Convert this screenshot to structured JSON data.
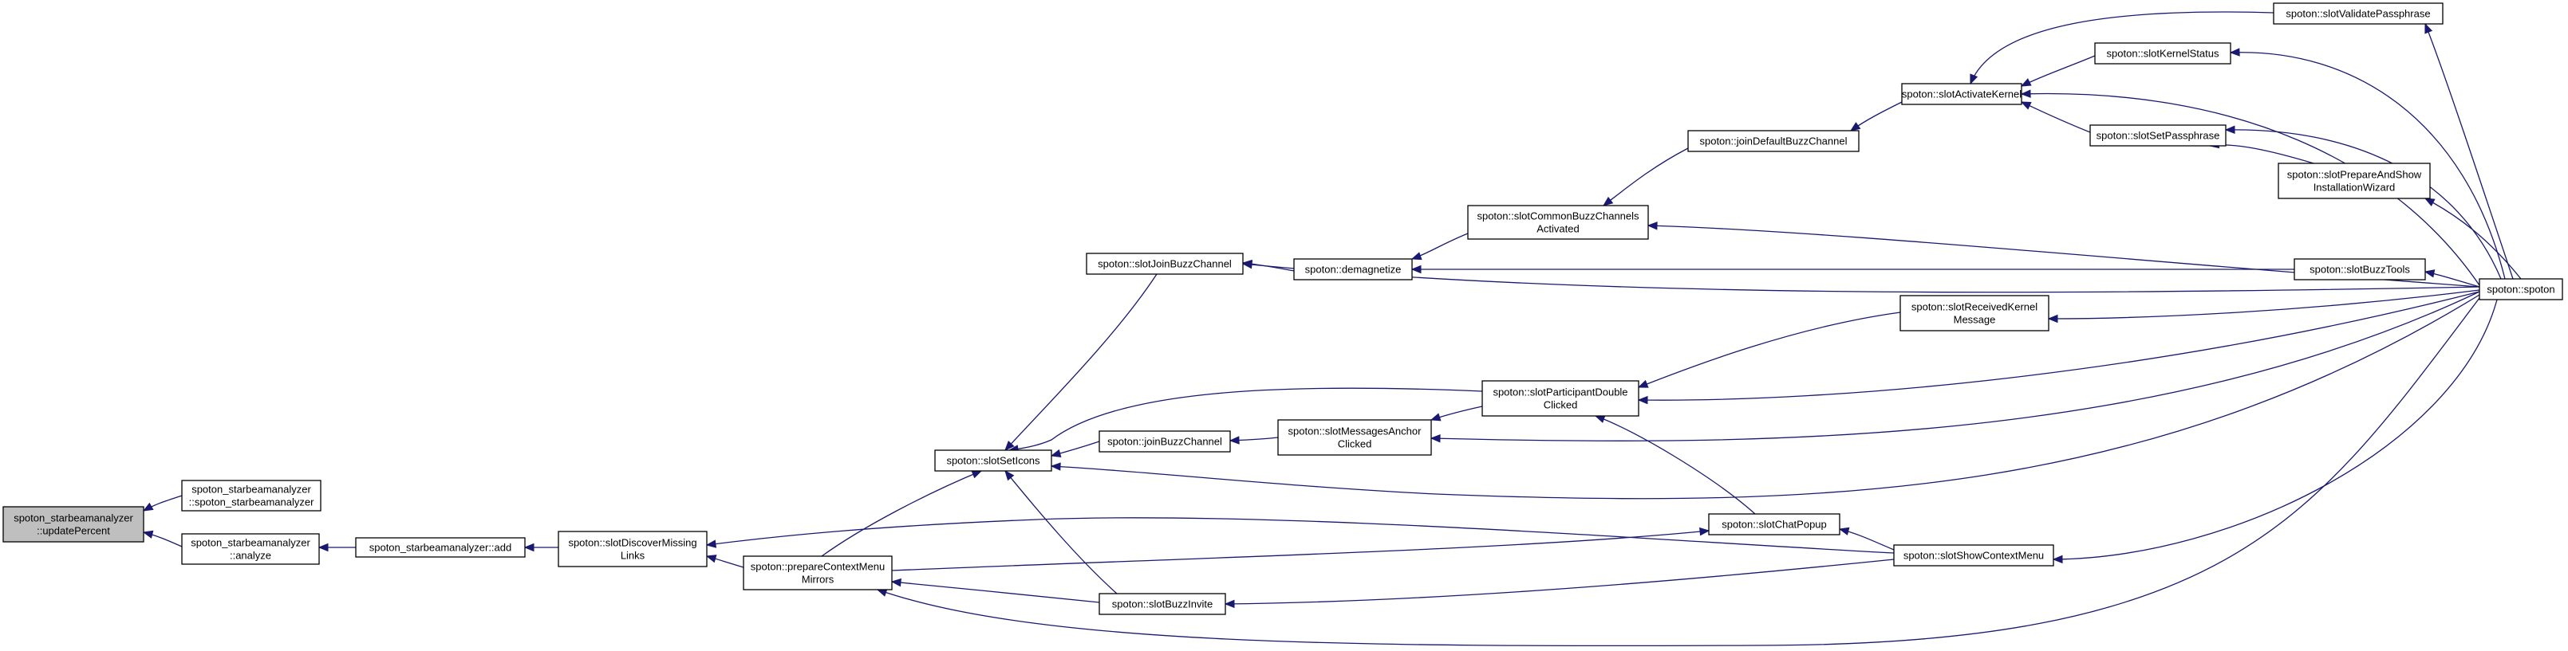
{
  "colors": {
    "edge": "#191970",
    "root_fill": "#bfbfbf",
    "node_fill": "#ffffff",
    "node_border": "#000000"
  },
  "nodes": [
    {
      "id": "updatePercent",
      "lines": [
        "spoton_starbeamanalyzer",
        "::updatePercent"
      ],
      "root": true
    },
    {
      "id": "ctor",
      "lines": [
        "spoton_starbeamanalyzer",
        "::spoton_starbeamanalyzer"
      ]
    },
    {
      "id": "analyze",
      "lines": [
        "spoton_starbeamanalyzer",
        "::analyze"
      ]
    },
    {
      "id": "add",
      "lines": [
        "spoton_starbeamanalyzer::add"
      ]
    },
    {
      "id": "discover",
      "lines": [
        "spoton::slotDiscoverMissing",
        "Links"
      ]
    },
    {
      "id": "prepareCtx",
      "lines": [
        "spoton::prepareContextMenu",
        "Mirrors"
      ]
    },
    {
      "id": "setIcons",
      "lines": [
        "spoton::slotSetIcons"
      ]
    },
    {
      "id": "buzzInvite",
      "lines": [
        "spoton::slotBuzzInvite"
      ]
    },
    {
      "id": "joinBuzzSlot",
      "lines": [
        "spoton::slotJoinBuzzChannel"
      ]
    },
    {
      "id": "joinBuzz",
      "lines": [
        "spoton::joinBuzzChannel"
      ]
    },
    {
      "id": "msgAnchor",
      "lines": [
        "spoton::slotMessagesAnchor",
        "Clicked"
      ]
    },
    {
      "id": "demagnetize",
      "lines": [
        "spoton::demagnetize"
      ]
    },
    {
      "id": "commonBuzz",
      "lines": [
        "spoton::slotCommonBuzzChannels",
        "Activated"
      ]
    },
    {
      "id": "joinDefault",
      "lines": [
        "spoton::joinDefaultBuzzChannel"
      ]
    },
    {
      "id": "activateKernel",
      "lines": [
        "spoton::slotActivateKernel"
      ]
    },
    {
      "id": "validatePass",
      "lines": [
        "spoton::slotValidatePassphrase"
      ]
    },
    {
      "id": "kernelStatus",
      "lines": [
        "spoton::slotKernelStatus"
      ]
    },
    {
      "id": "setPass",
      "lines": [
        "spoton::slotSetPassphrase"
      ]
    },
    {
      "id": "prepareShow",
      "lines": [
        "spoton::slotPrepareAndShow",
        "InstallationWizard"
      ]
    },
    {
      "id": "buzzTools",
      "lines": [
        "spoton::slotBuzzTools"
      ]
    },
    {
      "id": "participant",
      "lines": [
        "spoton::slotParticipantDouble",
        "Clicked"
      ]
    },
    {
      "id": "recvKernel",
      "lines": [
        "spoton::slotReceivedKernel",
        "Message"
      ]
    },
    {
      "id": "chatPopup",
      "lines": [
        "spoton::slotChatPopup"
      ]
    },
    {
      "id": "showCtx",
      "lines": [
        "spoton::slotShowContextMenu"
      ]
    },
    {
      "id": "spoton",
      "lines": [
        "spoton::spoton"
      ]
    }
  ],
  "edges": [
    [
      "ctor",
      "updatePercent"
    ],
    [
      "analyze",
      "updatePercent"
    ],
    [
      "add",
      "analyze"
    ],
    [
      "discover",
      "add"
    ],
    [
      "prepareCtx",
      "discover"
    ],
    [
      "showCtx",
      "discover"
    ],
    [
      "prepareCtx",
      "setIcons"
    ],
    [
      "buzzInvite",
      "setIcons"
    ],
    [
      "joinBuzzSlot",
      "setIcons"
    ],
    [
      "joinBuzz",
      "setIcons"
    ],
    [
      "participant",
      "setIcons"
    ],
    [
      "spoton",
      "setIcons"
    ],
    [
      "buzzInvite",
      "prepareCtx"
    ],
    [
      "spoton",
      "prepareCtx"
    ],
    [
      "showCtx",
      "buzzInvite"
    ],
    [
      "demagnetize",
      "joinBuzzSlot"
    ],
    [
      "spoton",
      "joinBuzzSlot"
    ],
    [
      "msgAnchor",
      "joinBuzz"
    ],
    [
      "participant",
      "msgAnchor"
    ],
    [
      "spoton",
      "msgAnchor"
    ],
    [
      "commonBuzz",
      "demagnetize"
    ],
    [
      "buzzTools",
      "demagnetize"
    ],
    [
      "joinDefault",
      "commonBuzz"
    ],
    [
      "spoton",
      "commonBuzz"
    ],
    [
      "activateKernel",
      "joinDefault"
    ],
    [
      "validatePass",
      "activateKernel"
    ],
    [
      "kernelStatus",
      "activateKernel"
    ],
    [
      "setPass",
      "activateKernel"
    ],
    [
      "spoton",
      "activateKernel"
    ],
    [
      "spoton",
      "validatePass"
    ],
    [
      "spoton",
      "kernelStatus"
    ],
    [
      "prepareShow",
      "setPass"
    ],
    [
      "spoton",
      "setPass"
    ],
    [
      "spoton",
      "prepareShow"
    ],
    [
      "spoton",
      "buzzTools"
    ],
    [
      "recvKernel",
      "participant"
    ],
    [
      "spoton",
      "participant"
    ],
    [
      "chatPopup",
      "participant"
    ],
    [
      "spoton",
      "recvKernel"
    ],
    [
      "prepareCtx",
      "chatPopup"
    ],
    [
      "showCtx",
      "chatPopup"
    ],
    [
      "spoton",
      "showCtx"
    ]
  ]
}
